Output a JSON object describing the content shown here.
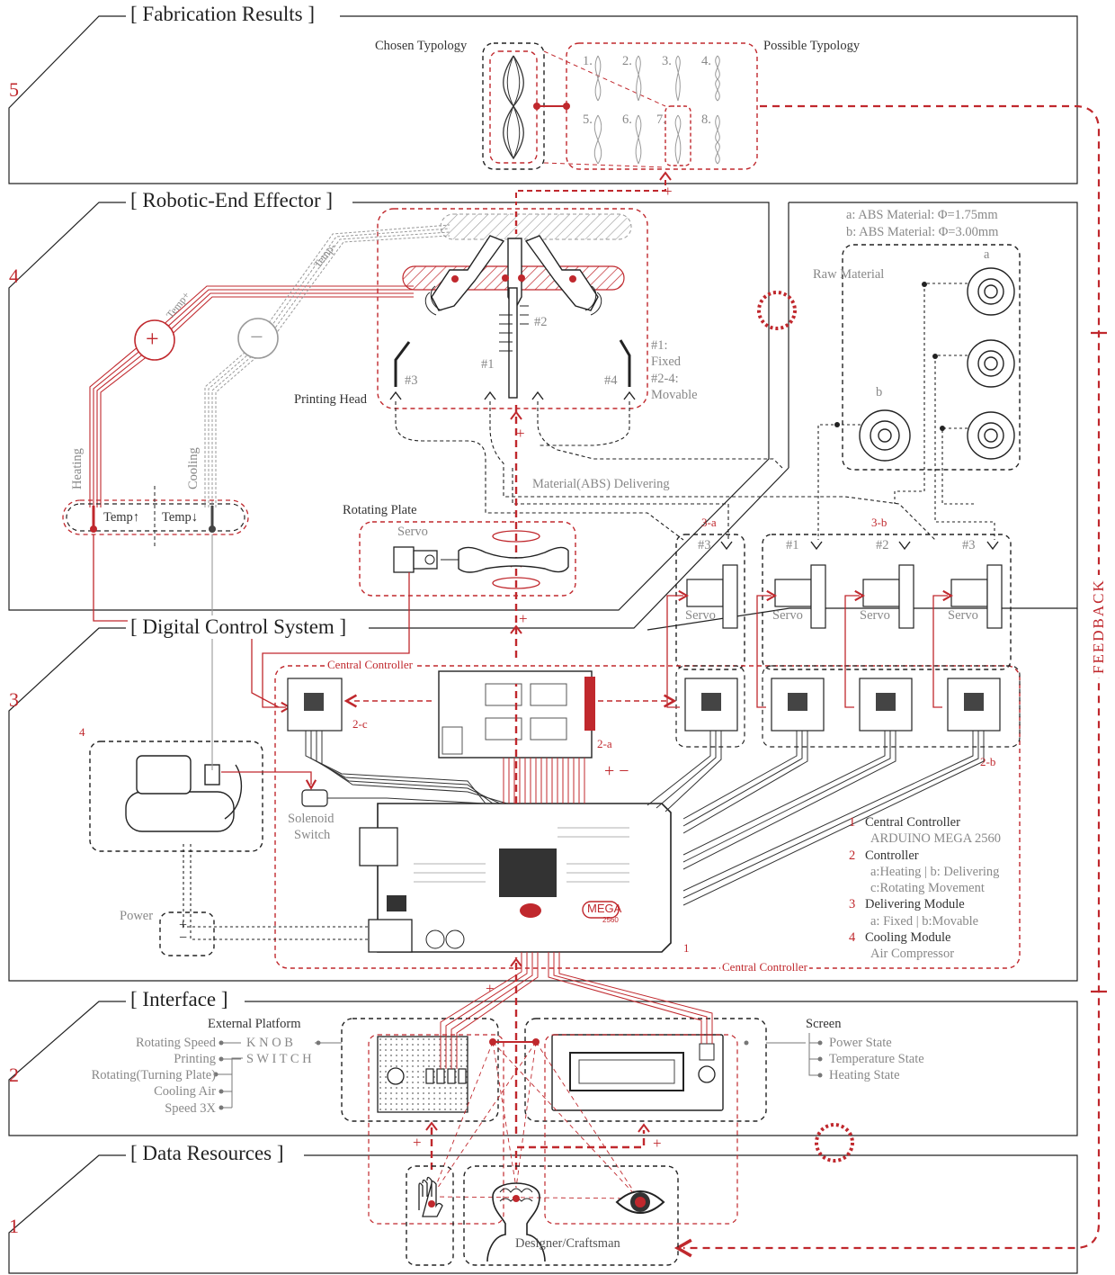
{
  "sections": [
    {
      "num": "5",
      "title": "[ Fabrication Results ]"
    },
    {
      "num": "4",
      "title": "[ Robotic-End Effector ]"
    },
    {
      "num": "3",
      "title": "[ Digital Control System ]"
    },
    {
      "num": "2",
      "title": "[ Interface ]"
    },
    {
      "num": "1",
      "title": "[ Data Resources ]"
    }
  ],
  "fabrication": {
    "chosen": "Chosen Typology",
    "possible": "Possible Typology",
    "typology_numbers": [
      "1.",
      "2.",
      "3.",
      "4.",
      "5.",
      "6.",
      "7.",
      "8."
    ]
  },
  "effector": {
    "printing_head": "Printing Head",
    "nozzles": [
      "#1",
      "#2",
      "#3",
      "#4"
    ],
    "fixed_note": [
      "#1:",
      "Fixed",
      "#2-4:",
      "Movable"
    ],
    "temp_plus": "Temp+",
    "temp_minus": "Temp-",
    "plus": "+",
    "minus": "−",
    "heating": "Heating",
    "cooling": "Cooling",
    "temp_up": "Temp↑",
    "temp_down": "Temp↓",
    "rotating_plate": "Rotating Plate",
    "servo": "Servo",
    "material_delivering": "Material(ABS) Delivering"
  },
  "raw_material": {
    "abs_a": "a: ABS Material: Φ=1.75mm",
    "abs_b": "b: ABS Material: Φ=3.00mm",
    "title": "Raw Material",
    "a": "a",
    "b": "b"
  },
  "delivering": {
    "group_a": "3-a",
    "group_b": "3-b",
    "a_items": [
      "#3"
    ],
    "b_items": [
      "#1",
      "#2",
      "#3"
    ],
    "servo": "Servo"
  },
  "control": {
    "central_controller": "Central Controller",
    "label_2a": "2-a",
    "label_2b": "2-b",
    "label_2c": "2-c",
    "label_4": "4",
    "label_1": "1",
    "solenoid": "Solenoid",
    "switch": "Switch",
    "power": "Power",
    "plus_minus": "+ −",
    "board_brand": "MEGA",
    "board_sub": "2560"
  },
  "legend": [
    {
      "num": "1",
      "title": "Central  Controller",
      "sub": [
        "ARDUINO MEGA 2560"
      ]
    },
    {
      "num": "2",
      "title": "Controller",
      "sub": [
        "a:Heating | b: Delivering",
        "c:Rotating Movement"
      ]
    },
    {
      "num": "3",
      "title": "Delivering Module",
      "sub": [
        "a: Fixed | b:Movable"
      ]
    },
    {
      "num": "4",
      "title": "Cooling Module",
      "sub": [
        "Air Compressor"
      ]
    }
  ],
  "interface": {
    "external_platform": "External Platform",
    "inputs": [
      "Rotating Speed",
      "Printing",
      "Rotating(Turning Plate)",
      "Cooling Air",
      "Speed 3X"
    ],
    "knob": "K N O B",
    "switch": "S W I T C H",
    "screen": "Screen",
    "states": [
      "Power State",
      "Temperature State",
      "Heating State"
    ]
  },
  "resources": {
    "designer": "Designer/Craftsman"
  },
  "feedback": "FEEDBACK",
  "colors": {
    "red": "#c0282d",
    "dark": "#222222",
    "grey": "#999999"
  }
}
